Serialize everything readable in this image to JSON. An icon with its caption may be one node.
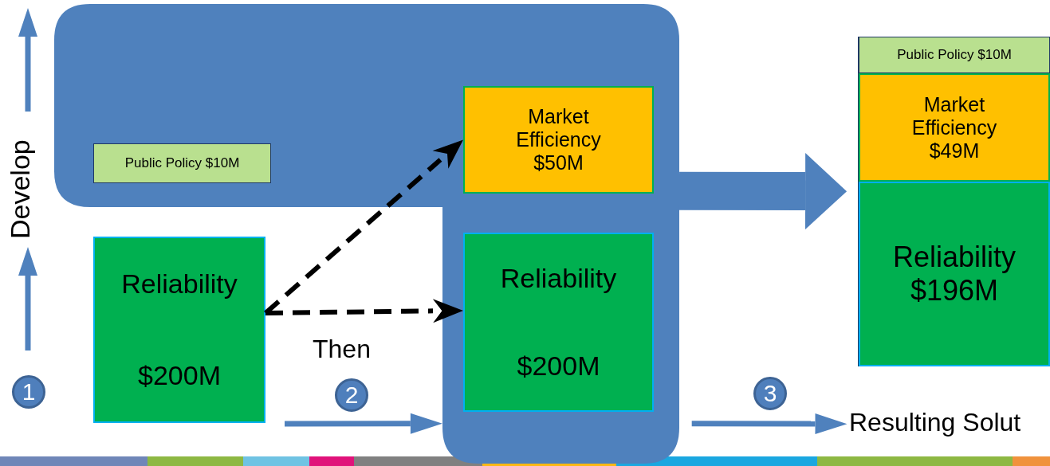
{
  "diagram": {
    "nodes": [
      {
        "text": [],
        "shape": "box"
      },
      {
        "text": [
          "Public Policy $10M"
        ],
        "in": 0
      },
      {
        "text": [
          "Market Efficiency $50M"
        ],
        "in": 0
      },
      {
        "text": [
          "Reliability",
          "$200M"
        ],
        "in": 0
      },
      {
        "text": [
          "Reliability",
          "$200M"
        ]
      },
      {
        "text": [],
        "shape": "box"
      },
      {
        "text": [
          "Public Policy $10M"
        ],
        "in": 5
      },
      {
        "text": [
          "Market Efficiency $49M"
        ],
        "in": 5
      },
      {
        "text": [
          "Reliability $196M"
        ],
        "in": 5
      },
      {
        "text": [
          "Resulting Solut"
        ]
      }
    ],
    "edges": [
      {
        "from": 4,
        "to": 2,
        "arrow": "to",
        "style": "dashed",
        "color": "#000000"
      },
      {
        "from": 4,
        "to": 3,
        "arrow": "to",
        "style": "dashed",
        "color": "#000000"
      },
      {
        "from": 0,
        "to": 5,
        "arrow": "to",
        "style": "thick"
      },
      {
        "from": null,
        "to": 0,
        "arrow": "to"
      },
      {
        "from": 0,
        "to": 9,
        "arrow": "to"
      }
    ],
    "labels": [
      "Develop",
      "1",
      "Then",
      "2",
      "3"
    ]
  }
}
